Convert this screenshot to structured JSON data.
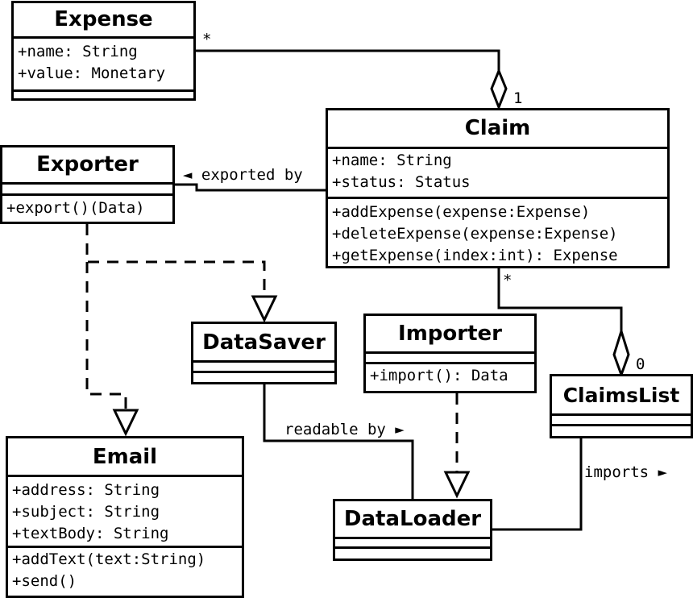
{
  "classes": {
    "expense": {
      "name": "Expense",
      "attributes": [
        "+name: String",
        "+value: Monetary"
      ],
      "operations": []
    },
    "claim": {
      "name": "Claim",
      "attributes": [
        "+name: String",
        "+status: Status"
      ],
      "operations": [
        "+addExpense(expense:Expense)",
        "+deleteExpense(expense:Expense)",
        "+getExpense(index:int): Expense"
      ]
    },
    "exporter": {
      "name": "Exporter",
      "attributes": [],
      "operations": [
        "+export()(Data)"
      ]
    },
    "datasaver": {
      "name": "DataSaver",
      "attributes": [],
      "operations": []
    },
    "importer": {
      "name": "Importer",
      "attributes": [],
      "operations": [
        "+import(): Data"
      ]
    },
    "claimslist": {
      "name": "ClaimsList",
      "attributes": [],
      "operations": []
    },
    "email": {
      "name": "Email",
      "attributes": [
        "+address: String",
        "+subject: String",
        "+textBody: String"
      ],
      "operations": [
        "+addText(text:String)",
        "+send()"
      ]
    },
    "dataloader": {
      "name": "DataLoader",
      "attributes": [],
      "operations": []
    }
  },
  "labels": {
    "exported_by": "◄ exported by",
    "readable_by": "readable by ►",
    "imports": "imports ►",
    "expense_mult": "*",
    "claim_mult_top": "1",
    "claim_mult_bottom": "*",
    "claimslist_mult": "0"
  }
}
